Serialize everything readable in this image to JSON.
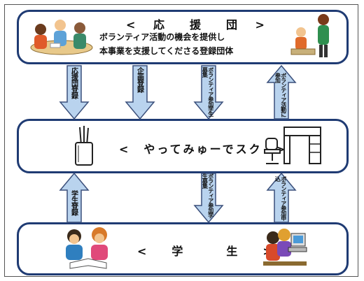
{
  "top_box": {
    "title": "< 応　援　団 >",
    "line1": "ボランティア活動の機会を提供し",
    "line2": "本事業を支援してくださる登録団体"
  },
  "middle_box": {
    "title": "<　やってみゅーでスク　>"
  },
  "bottom_box": {
    "title": "<　学　　生　>"
  },
  "arrows": {
    "oendan_touroku": "応援団登録",
    "kikaku_touroku": "企画登録",
    "vol_boshu_top": "ボランティア参加学生募集",
    "vol_katsudou_sanka": "ボランティア活動に参加",
    "gakusei_touroku": "学生登録",
    "vol_boshu_bottom": "ボランティア参加学生募集",
    "vol_sanka_moushikomi": "ボランティア参加申込"
  },
  "colors": {
    "box_border": "#1f3b73",
    "arrow_fill": "#b9d3ee",
    "arrow_stroke": "#3a4f7a"
  },
  "icons": {
    "top_left": "group-meeting-icon",
    "top_right": "teacher-student-icon",
    "mid_left": "pen-holder-icon",
    "mid_right": "desk-chair-icon",
    "bot_left": "students-reading-icon",
    "bot_right": "students-computer-icon"
  }
}
